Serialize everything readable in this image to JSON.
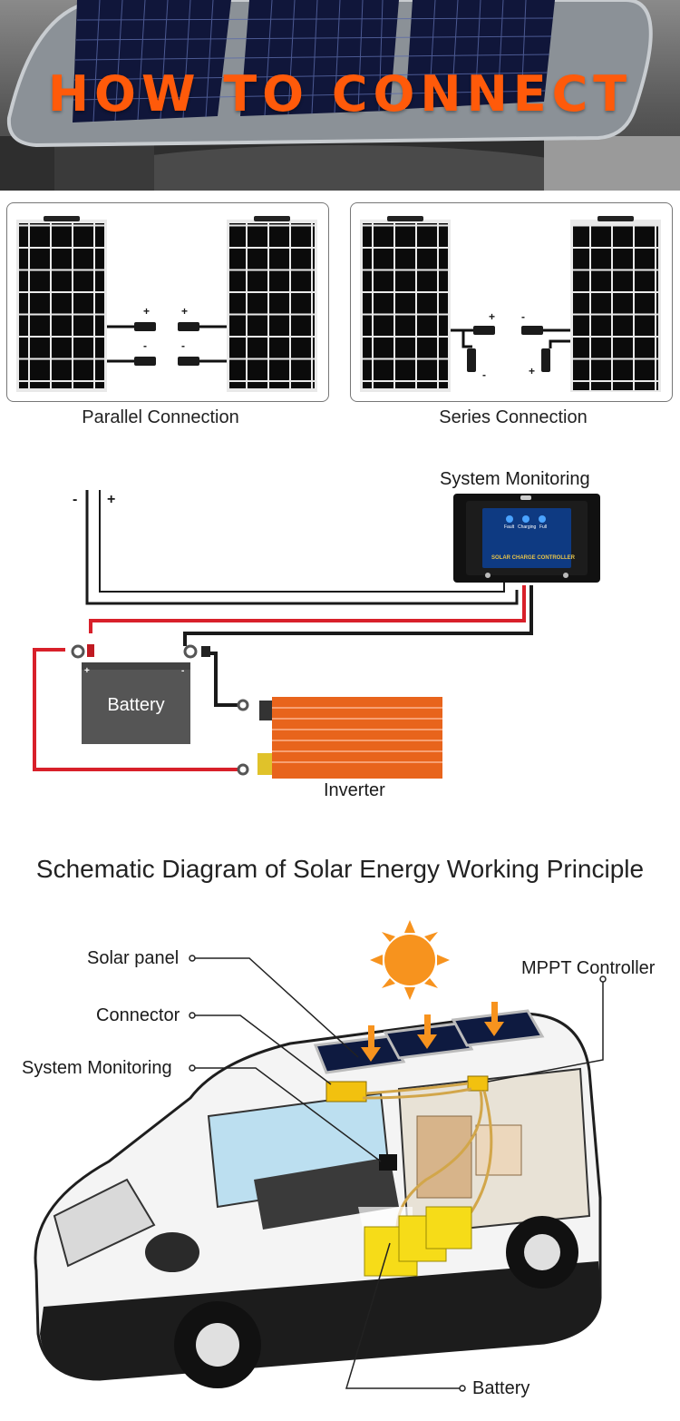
{
  "hero": {
    "title": "HOW TO CONNECT",
    "title_color": "#ff5a0a"
  },
  "connections": {
    "parallel_label": "Parallel Connection",
    "series_label": "Series Connection",
    "plus": "+",
    "minus": "-"
  },
  "wiring": {
    "monitor_label": "System Monitoring",
    "controller_face_text": "SOLAR CHARGE CONTROLLER",
    "indicators": [
      "Fault",
      "Charging",
      "Full"
    ],
    "battery_label": "Battery",
    "inverter_label": "Inverter",
    "terminal_minus": "-",
    "terminal_plus": "+"
  },
  "schematic": {
    "title": "Schematic Diagram of Solar Energy Working Principle",
    "callouts": {
      "solar_panel": "Solar panel",
      "connector": "Connector",
      "system_monitoring": "System Monitoring",
      "mppt": "MPPT Controller",
      "battery": "Battery"
    }
  },
  "colors": {
    "wire_red": "#d8202a",
    "wire_black": "#1a1a1a",
    "inverter": "#e8641c",
    "battery_box": "#555555",
    "sun": "#f7931e"
  }
}
